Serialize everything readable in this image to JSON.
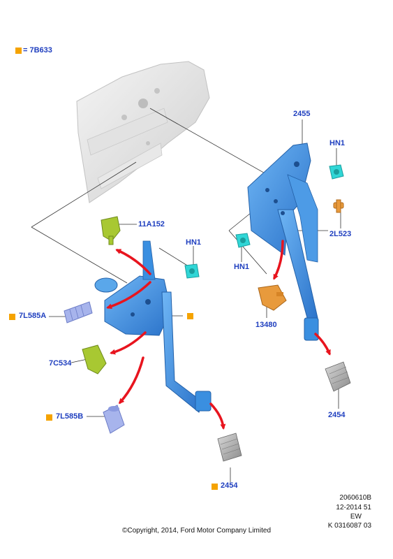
{
  "legend": {
    "marker_label": "= 7B633",
    "marker_color": "#f5a300"
  },
  "callouts": {
    "c2455": "2455",
    "hn1_top": "HN1",
    "l2L523": "2L523",
    "hn1_right_mid": "HN1",
    "l13480": "13480",
    "l2454_right": "2454",
    "l11A152": "11A152",
    "hn1_left": "HN1",
    "l7L585A": "7L585A",
    "l7C534": "7C534",
    "l7L585B": "7L585B",
    "l2454_left": "2454"
  },
  "footer": {
    "ref_number": "2060610B",
    "date_code": "12-2014 51",
    "region": "EW",
    "catalog_code": "K 0316087 03",
    "copyright": "©Copyright, 2014, Ford Motor Company Limited"
  },
  "colors": {
    "label_blue": "#1f3fbf",
    "part_blue": "#3a8fe0",
    "clip_cyan": "#30d6d6",
    "switch_green": "#a8c832",
    "sensor_orange": "#e89a3c",
    "spring_lavender": "#a7b4ec",
    "arrow_red": "#e8141e"
  },
  "icons": {
    "legend_marker": "orange-square-marker",
    "callout_marker": "orange-square-marker"
  }
}
